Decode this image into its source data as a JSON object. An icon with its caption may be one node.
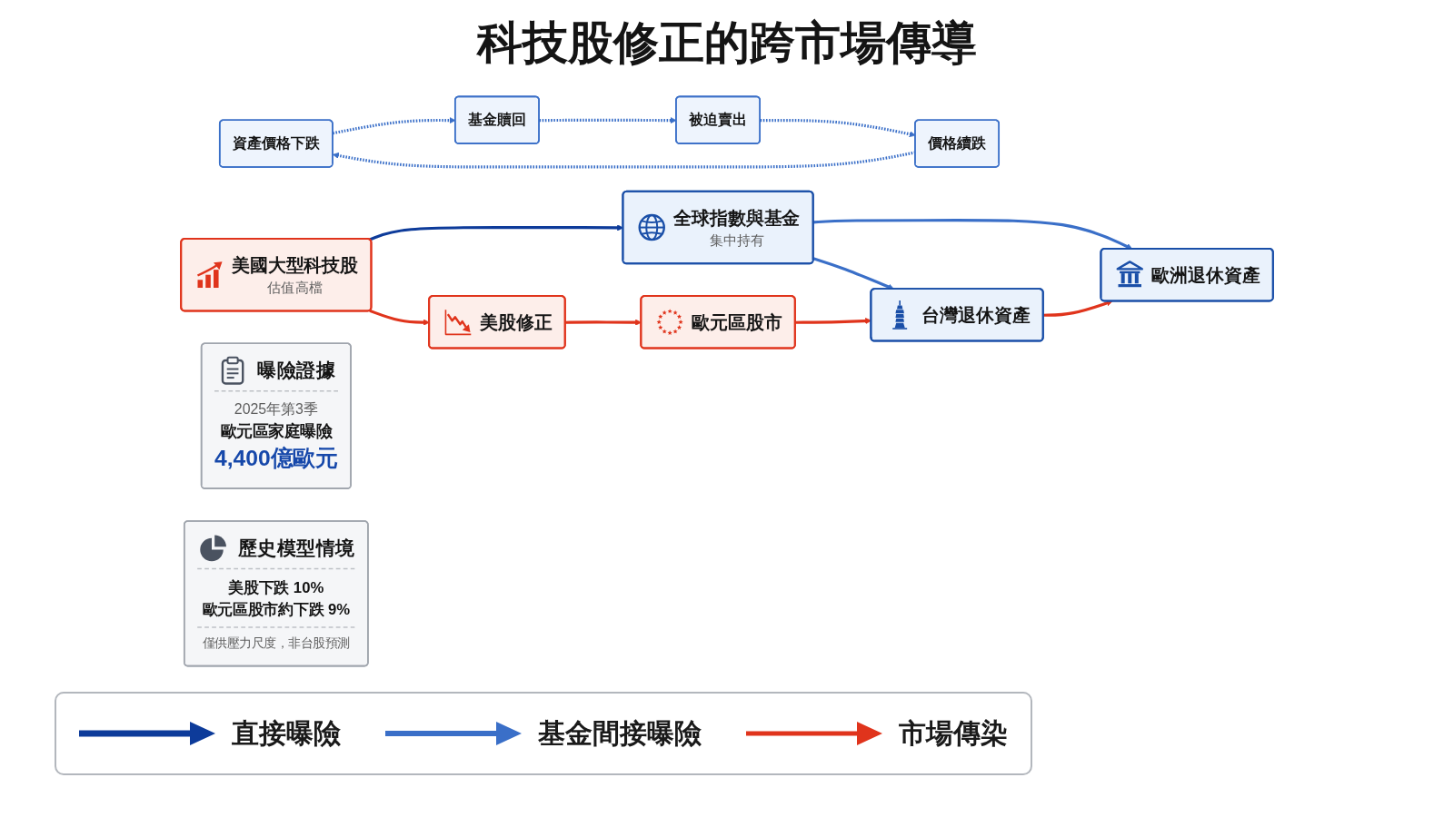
{
  "diagram": {
    "title": "科技股修正的跨市場傳導",
    "nodes": [
      {
        "text": [
          "美國大型科技股",
          "估值高檔"
        ]
      },
      {
        "text": [
          "全球指數與基金",
          "集中持有"
        ]
      },
      {
        "text": [
          "歐洲退休資產"
        ]
      },
      {
        "text": [
          "資產價格下跌"
        ]
      },
      {
        "text": [
          "價格續跌"
        ]
      },
      {
        "text": [
          "基金贖回"
        ]
      },
      {
        "text": [
          "台灣退休資產"
        ]
      },
      {
        "text": [
          "被迫賣出"
        ]
      },
      {
        "text": [
          "美股修正"
        ]
      },
      {
        "text": [
          "歐元區股市"
        ]
      },
      {
        "text": [
          "曝險證據",
          "2025年第3季",
          "歐元區家庭曝險",
          "4,400億歐元"
        ]
      },
      {
        "text": [
          "歷史模型情境",
          "美股下跌 10%",
          "歐元區股市約下跌 9%",
          "僅供壓力尺度，非台股預測"
        ]
      }
    ],
    "edges": [
      {
        "from": 0,
        "to": 1,
        "arrow": "to",
        "color": "#0d3b9a"
      },
      {
        "from": 1,
        "to": 2,
        "arrow": "to"
      },
      {
        "from": 1,
        "to": 6,
        "arrow": "to"
      },
      {
        "from": 0,
        "to": 8,
        "arrow": "to",
        "color": "#e0341c"
      },
      {
        "from": 8,
        "to": 9,
        "arrow": "to",
        "color": "#e0341c"
      },
      {
        "from": 9,
        "to": 6,
        "arrow": "to",
        "color": "#e0341c"
      },
      {
        "from": 6,
        "to": 2,
        "arrow": "to",
        "color": "#e0341c"
      },
      {
        "from": 3,
        "to": 5,
        "arrow": "to",
        "style": "dashed"
      },
      {
        "from": 5,
        "to": 7,
        "arrow": "to",
        "style": "dashed"
      },
      {
        "from": 7,
        "to": 4,
        "arrow": "to",
        "style": "dashed"
      },
      {
        "from": 4,
        "to": 3,
        "arrow": "to",
        "style": "dashed"
      }
    ],
    "legend": [
      {
        "text": "直接曝險"
      },
      {
        "text": "基金間接曝險"
      },
      {
        "text": "市場傳染"
      }
    ]
  }
}
